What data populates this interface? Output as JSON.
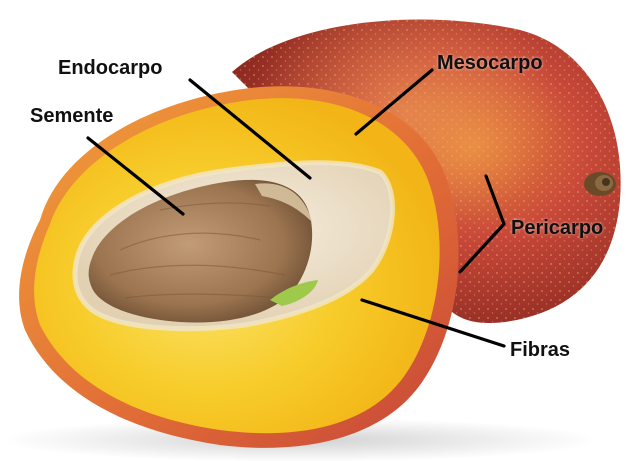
{
  "labels": {
    "endocarpo": "Endocarpo",
    "mesocarpo": "Mesocarpo",
    "semente": "Semente",
    "pericarpo": "Pericarpo",
    "fibras": "Fibras"
  },
  "colors": {
    "background": "#ffffff",
    "label_text": "#111111",
    "leader_line": "#000000",
    "mango_skin_red": "#b83a2e",
    "mango_skin_orange": "#e07a34",
    "mango_flesh_yellow": "#f6c21c",
    "endocarp_cream": "#efe3cf",
    "seed_brown": "#a9825f"
  }
}
